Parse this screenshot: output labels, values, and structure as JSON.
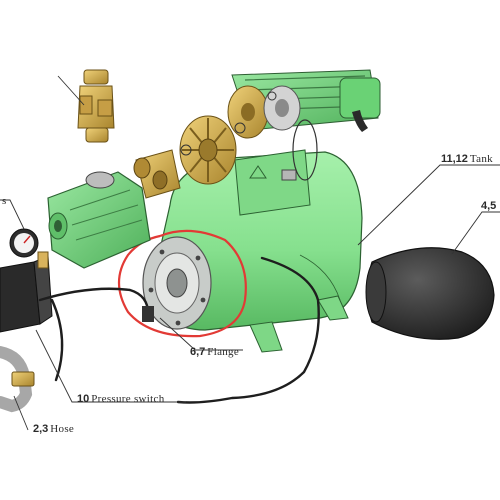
{
  "labels": {
    "tank": {
      "number": "11,12",
      "text": "Tank"
    },
    "bladder": {
      "number": "4,5",
      "text": ""
    },
    "flange": {
      "number": "6,7",
      "text": "Flange"
    },
    "pressure": {
      "number": "10",
      "text": "Pressure switch"
    },
    "hose": {
      "number": "2,3",
      "text": "Hose"
    },
    "gauge": {
      "number": "",
      "text": "s"
    }
  },
  "colors": {
    "tank_green": "#86e08e",
    "pump_green": "#6fd37a",
    "brass": "#d7b45a",
    "bladder": "#2f2f2f",
    "highlight": "#e23a35",
    "callout": "#333333"
  },
  "icons": [
    "valve-icon",
    "impeller-icon",
    "fitting-icon",
    "pressure-gauge-icon",
    "pressure-switch-icon",
    "motor-icon",
    "bladder-icon"
  ]
}
